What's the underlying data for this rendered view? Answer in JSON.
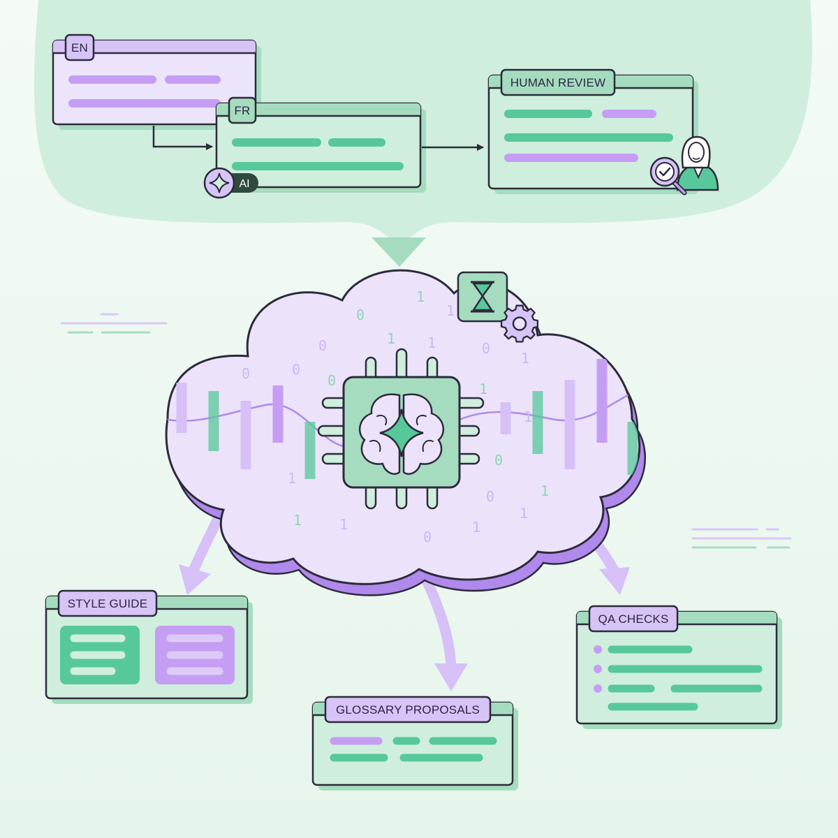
{
  "colors": {
    "outline": "#2c2a3a",
    "green_fill": "#cfeedd",
    "green_bar": "#57c89a",
    "green_tab": "#a5dcc0",
    "purple_fill": "#ece4fb",
    "purple_bar": "#c59ef4",
    "purple_tab": "#d7c4f7",
    "cloud_fill": "#ece3fb",
    "cloud_shadow": "#b089ec",
    "bubble": "#cfeedd",
    "arrow_purple": "#d6c0f7",
    "ai_badge": "#2f4a3e"
  },
  "workflow": {
    "source_label": "EN",
    "target_label": "FR",
    "ai_label": "AI",
    "review_label": "HUMAN REVIEW"
  },
  "engine": {
    "icons": [
      "hourglass-icon",
      "gear-icon",
      "ai-chip-brain-icon",
      "sparkle-icon",
      "magnifier-check-icon",
      "reviewer-person-icon"
    ],
    "binary_digits": [
      "1",
      "0",
      "1",
      "0",
      "1",
      "1",
      "0",
      "1",
      "0",
      "0",
      "0",
      "1",
      "0",
      "1",
      "1",
      "0",
      "1",
      "1",
      "1",
      "1",
      "0",
      "1"
    ]
  },
  "outputs": {
    "style_guide_label": "STYLE GUIDE",
    "glossary_label": "GLOSSARY PROPOSALS",
    "qa_label": "QA CHECKS"
  }
}
